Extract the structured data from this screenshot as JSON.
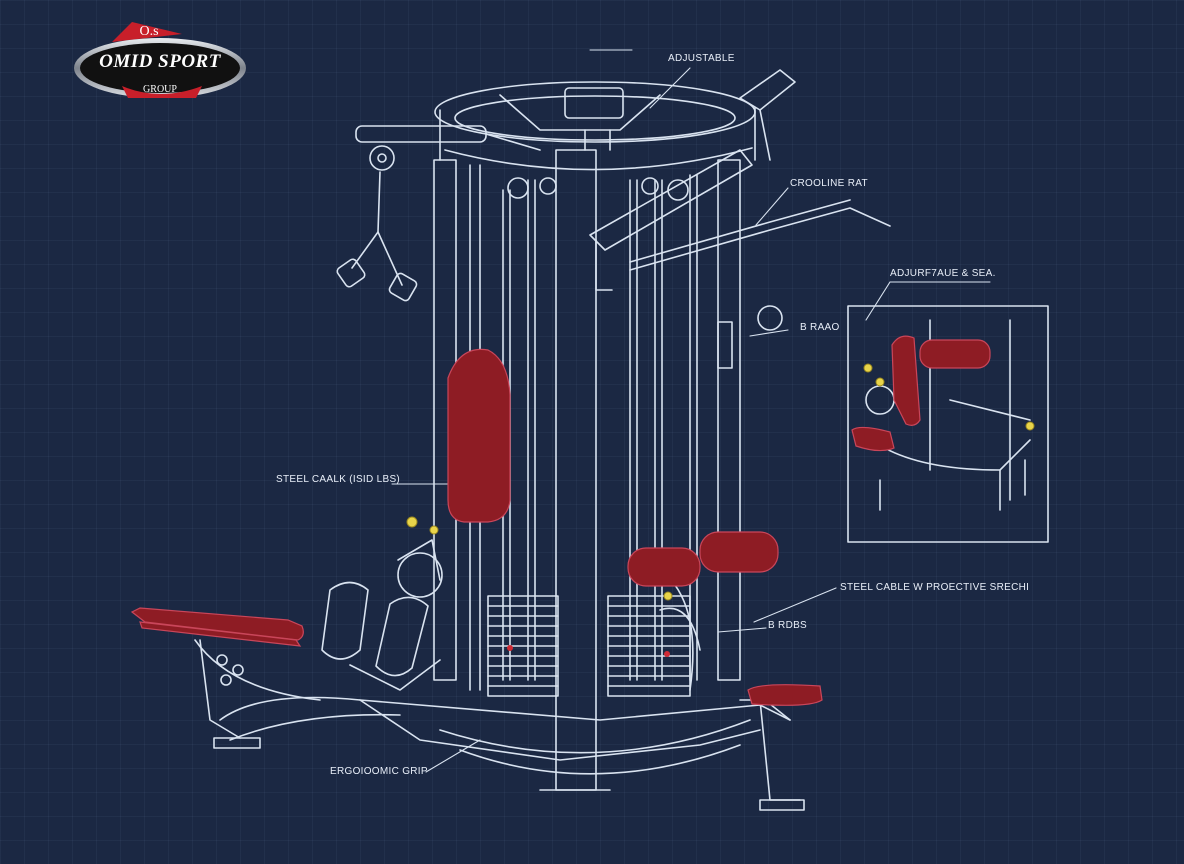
{
  "logo": {
    "top_text": "O.s",
    "brand": "OMID SPORT",
    "sub": "GROUP"
  },
  "labels": {
    "adjustable": "ADJUSTABLE",
    "crossline_bar": "CROOLINE RAT",
    "adjustable_seat": "ADJURF7AUE & SEA.",
    "b_raao": "B RAAO",
    "steel_cable": "STEEL CAALK (ISID LBS)",
    "steel_cable_sheath": "STEEL CABLE W PROECTIVE SRECHI",
    "b_rdbs": "B RDBS",
    "ergonomic_grip": "ERGOIOOMIC GRIP"
  },
  "colors": {
    "background": "#1b2843",
    "line": "#d9e3f0",
    "pad_red": "#8e1c24",
    "accent_yellow": "#e8d44a",
    "logo_red": "#c81f2a"
  }
}
